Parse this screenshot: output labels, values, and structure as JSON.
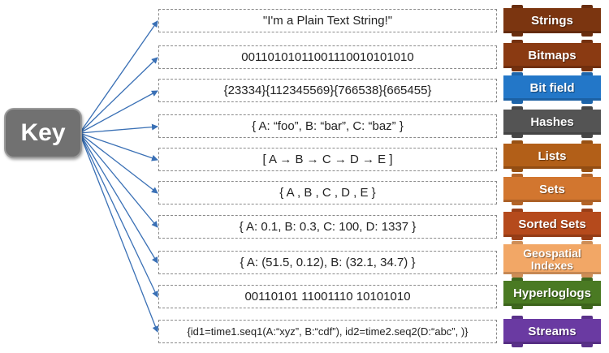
{
  "key_label": "Key",
  "rows": [
    {
      "value": "\"I'm a Plain Text String!\"",
      "type": "Strings",
      "color": "#7b3510"
    },
    {
      "value": "00110101011001110010101010",
      "type": "Bitmaps",
      "color": "#8a3a12"
    },
    {
      "value": "{23334}{112345569}{766538}{665455}",
      "type": "Bit field",
      "color": "#2377c8"
    },
    {
      "value": "{ A: “foo”, B: “bar”, C: “baz”  }",
      "type": "Hashes",
      "color": "#545454"
    },
    {
      "value": "[ A → B → C → D → E ]",
      "type": "Lists",
      "color": "#b25f18"
    },
    {
      "value": "{  A , B , C , D , E  }",
      "type": "Sets",
      "color": "#d2762f"
    },
    {
      "value": "{ A: 0.1, B: 0.3, C: 100, D: 1337 }",
      "type": "Sorted Sets",
      "color": "#b54a1c"
    },
    {
      "value": "{ A: (51.5, 0.12), B: (32.1, 34.7)  }",
      "type": "Geospatial Indexes",
      "color": "#f2a766"
    },
    {
      "value": "00110101 11001110 10101010",
      "type": "Hyperloglogs",
      "color": "#4a7a23"
    },
    {
      "value": "{id1=time1.seq1(A:“xyz”, B:“cdf”), id2=time2.seq2(D:“abc”, )}",
      "type": "Streams",
      "color": "#6a3aa2"
    }
  ],
  "arrow_color": "#3a70b5"
}
